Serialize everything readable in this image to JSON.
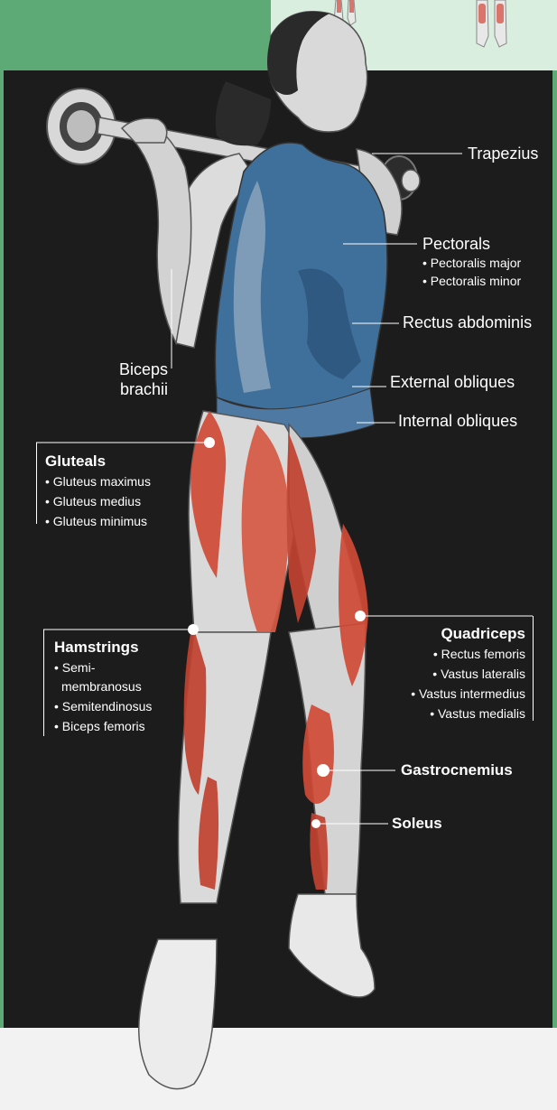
{
  "colors": {
    "background": "#1d1c1c",
    "green_panel": "#5daa76",
    "light_green_panel": "#d9eedf",
    "muscle_red": "#cf4a36",
    "tank_top_blue": "#3f6f9b",
    "skin_grey": "#d8d8d8",
    "label_text": "#ffffff"
  },
  "labels": {
    "trapezius": "Trapezius",
    "pectorals": {
      "title": "Pectorals",
      "items": [
        "Pectoralis major",
        "Pectoralis minor"
      ]
    },
    "rectus_abdominis": "Rectus abdominis",
    "biceps_brachii": [
      "Biceps",
      "brachii"
    ],
    "external_obliques": "External obliques",
    "internal_obliques": "Internal obliques",
    "gluteals": {
      "title": "Gluteals",
      "items": [
        "Gluteus maximus",
        "Gluteus medius",
        "Gluteus minimus"
      ]
    },
    "hamstrings": {
      "title": "Hamstrings",
      "items": [
        "Semi-",
        "membranosus",
        "Semitendinosus",
        "Biceps femoris"
      ]
    },
    "quadriceps": {
      "title": "Quadriceps",
      "items": [
        "Rectus femoris",
        "Vastus lateralis",
        "Vastus intermedius",
        "Vastus medialis"
      ]
    },
    "gastrocnemius": "Gastrocnemius",
    "soleus": "Soleus"
  }
}
